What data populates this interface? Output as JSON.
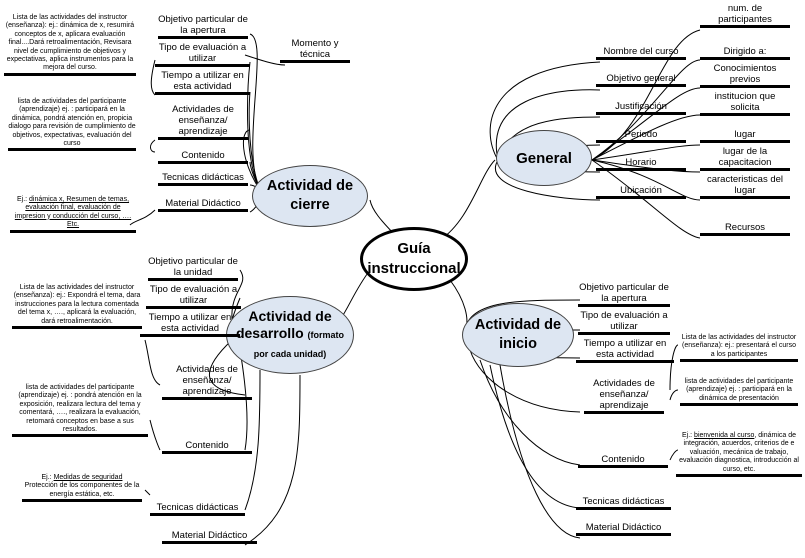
{
  "center": {
    "line1": "Guía",
    "line2": "instruccional"
  },
  "general": {
    "title": "General",
    "left_items": [
      "Nombre del curso",
      "Objetivo general",
      "Justificación",
      "Periodo",
      "Horario",
      "Ubicación"
    ],
    "right_items": [
      "num. de participantes",
      "Dirigido a:",
      "Conocimientos previos",
      "institucion que solicita",
      "lugar",
      "lugar de la capacitacion",
      "caracteristicas del lugar",
      "Recursos"
    ]
  },
  "cierre": {
    "title_line1": "Actividad de",
    "title_line2": "cierre",
    "items": {
      "objetivo": "Objetivo particular de la apertura",
      "tipo": "Tipo de evaluación a utilizar",
      "tiempo": "Tiempo a utilizar en esta actividad",
      "actividades": "Actividades de enseñanza/ aprendizaje",
      "contenido": "Contenido",
      "tecnicas": "Tecnicas didácticas",
      "material": "Material Didáctico"
    },
    "momento": "Momento y técnica",
    "note_instructor": "Lista de las actividades del instructor (enseñanza): ej.: dinámica de x, resumirá conceptos de x, aplicara evaluación final....Dará retroalimentación, Revisara nivel de cumplimiento de objetivos y expectativas, aplica instrumentos para la mejora del curso.",
    "note_participante": "lista de actividades del participante (aprendizaje) ej. : participará en la dinámica, pondrá atención en, propicia dialogo para revisión de cumplimiento de objetivos, expectativas, evaluación del curso",
    "note_material_prefix": "Ej.: ",
    "note_material": "dinámica x, Resumen de temas, evaluación final, evaluación de impresion y conducción del curso, …. Etc."
  },
  "desarrollo": {
    "title_line1": "Actividad de",
    "title_line2": "desarrollo",
    "title_suffix": "(formato",
    "title_line3": "por cada unidad)",
    "items": {
      "objetivo": "Objetivo particular de la unidad",
      "tipo": "Tipo de evaluación a utilizar",
      "tiempo": "Tiempo a utilizar en esta actividad",
      "actividades": "Actividades de enseñanza/ aprendizaje",
      "contenido": "Contenido",
      "tecnicas": "Tecnicas didácticas",
      "material": "Material Didáctico"
    },
    "note_instructor": "Lista de las actividades del instructor (enseñanza): ej.: Expondrá el tema, dara instrucciones para la lectura comentada del tema x, …., aplicará la evaluación, dará retroalimentación.",
    "note_participante": "lista de actividades del participante (aprendizaje) ej. : pondrá atención en la exposición, realizara lectura del tema y comentará, …., realizara la evaluación, retomará conceptos en base a sus resultados.",
    "note_contenido_prefix": "Ej.: ",
    "note_contenido_link": "Medidas de seguridad",
    "note_contenido_rest": "Protección de los componentes de la energía estática, etc."
  },
  "inicio": {
    "title_line1": "Actividad de",
    "title_line2": "inicio",
    "items": {
      "objetivo": "Objetivo particular de la apertura",
      "tipo": "Tipo de evaluación a utilizar",
      "tiempo": "Tiempo a utilizar en esta actividad",
      "actividades": "Actividades de enseñanza/ aprendizaje",
      "contenido": "Contenido",
      "tecnicas": "Tecnicas didácticas",
      "material": "Material Didáctico"
    },
    "note_instructor": "Lista de las actividades del instructor (enseñanza): ej.: presentará el curso a los participantes",
    "note_participante": "lista de actividades del participante (aprendizaje) ej. : participará en la dinámica de presentación",
    "note_contenido_prefix": "Ej.: ",
    "note_contenido_link": "bienvenida al curso",
    "note_contenido_rest": ", dinámica de integración, acuerdos, criterios de e valuación, mecánica de trabajo, evaluación diagnostica, introducción al curso, etc."
  }
}
